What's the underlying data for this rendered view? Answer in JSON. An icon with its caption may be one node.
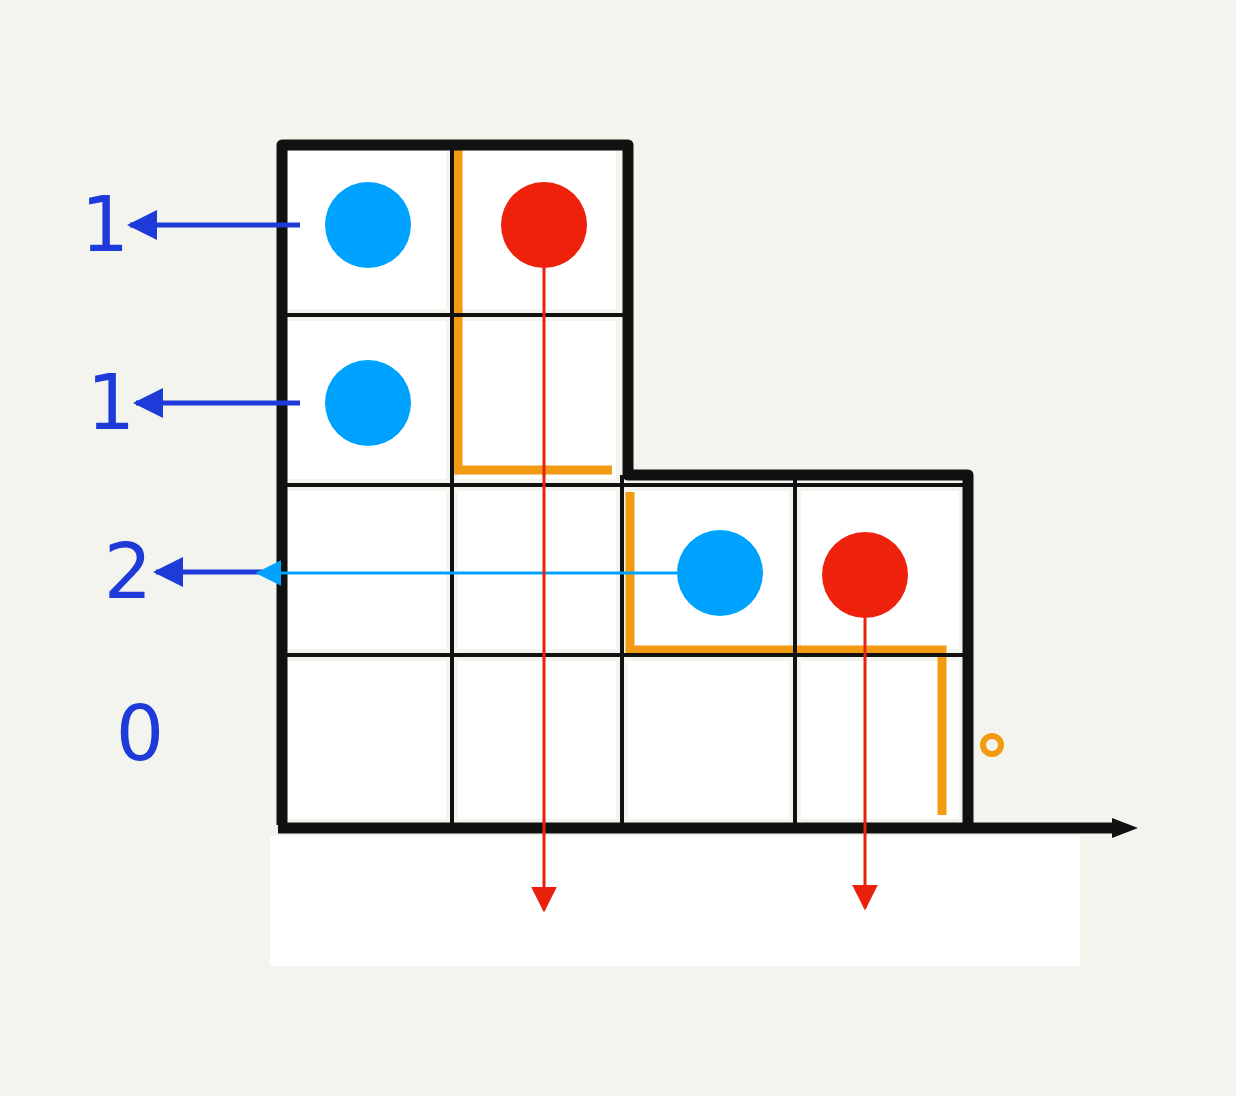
{
  "diagram": {
    "nodes": [
      {
        "text": [
          "1"
        ]
      },
      {
        "text": [
          "1"
        ]
      },
      {
        "text": [
          "2"
        ]
      },
      {
        "text": [
          "0"
        ]
      },
      {
        "text": [],
        "shape": "circle"
      },
      {
        "text": [],
        "shape": "circle"
      },
      {
        "text": [],
        "shape": "circle"
      },
      {
        "text": [],
        "shape": "circle"
      },
      {
        "text": [],
        "shape": "circle"
      }
    ],
    "edges": [
      {
        "from": null,
        "to": 0,
        "arrow": "to",
        "color": "#1e3ad8"
      },
      {
        "from": null,
        "to": 1,
        "arrow": "to",
        "color": "#1e3ad8"
      },
      {
        "from": null,
        "to": 2,
        "arrow": "to",
        "color": "#1e3ad8"
      },
      {
        "from": 7,
        "to": null,
        "arrow": "to",
        "color": "#00a2ff"
      },
      {
        "from": 5,
        "to": null,
        "arrow": "to",
        "color": "#e8200c"
      },
      {
        "from": 8,
        "to": null,
        "arrow": "to",
        "color": "#e8200c"
      }
    ]
  }
}
